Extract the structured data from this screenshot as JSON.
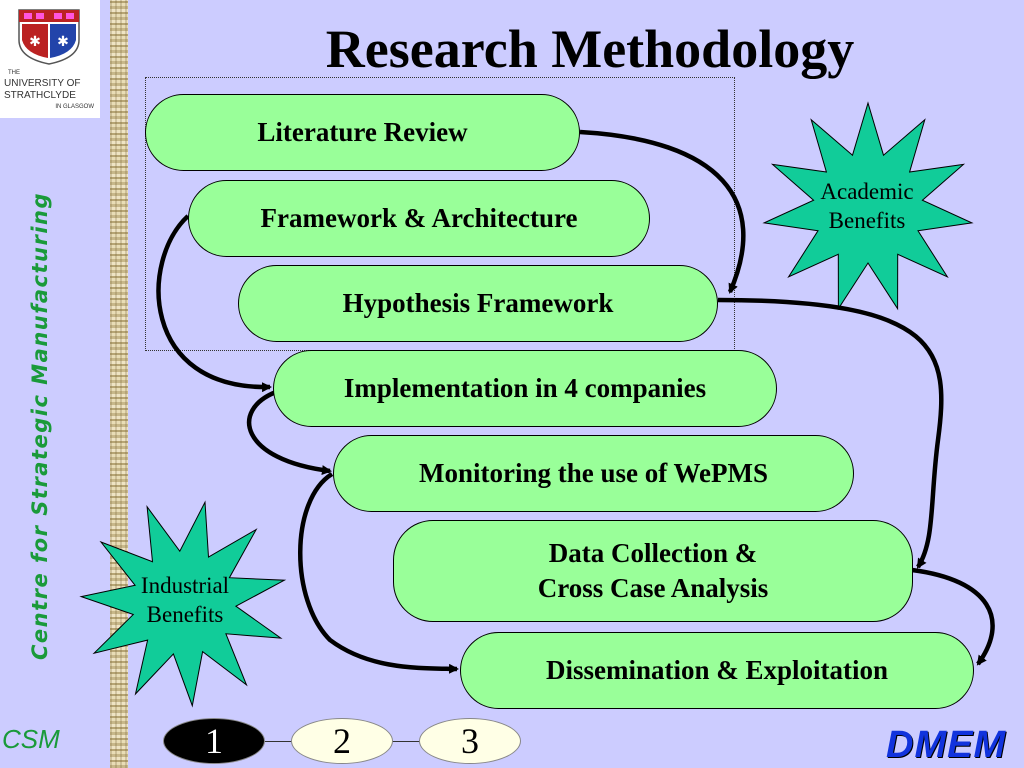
{
  "university": {
    "the": "THE",
    "line1": "UNIVERSITY OF",
    "line2": "STRATHCLYDE",
    "city": "IN GLASGOW"
  },
  "sidebar": {
    "vertical_text": "Centre for Strategic Manufacturing",
    "csm_logo": "CSM"
  },
  "title": "Research Methodology",
  "steps": [
    "Literature Review",
    "Framework & Architecture",
    "Hypothesis Framework",
    "Implementation in 4 companies",
    "Monitoring the use of WePMS",
    "Data Collection &",
    "Cross Case Analysis",
    "Dissemination & Exploitation"
  ],
  "bursts": {
    "academic": [
      "Academic",
      "Benefits"
    ],
    "industrial": [
      "Industrial",
      "Benefits"
    ]
  },
  "pager": [
    "1",
    "2",
    "3"
  ],
  "brand": "DMEM",
  "colors": {
    "background": "#ccccff",
    "step_fill": "#99ff99",
    "burst_fill": "#11cc99",
    "sidebar_text": "#1a9a3a",
    "brand_text": "#1133dd"
  }
}
